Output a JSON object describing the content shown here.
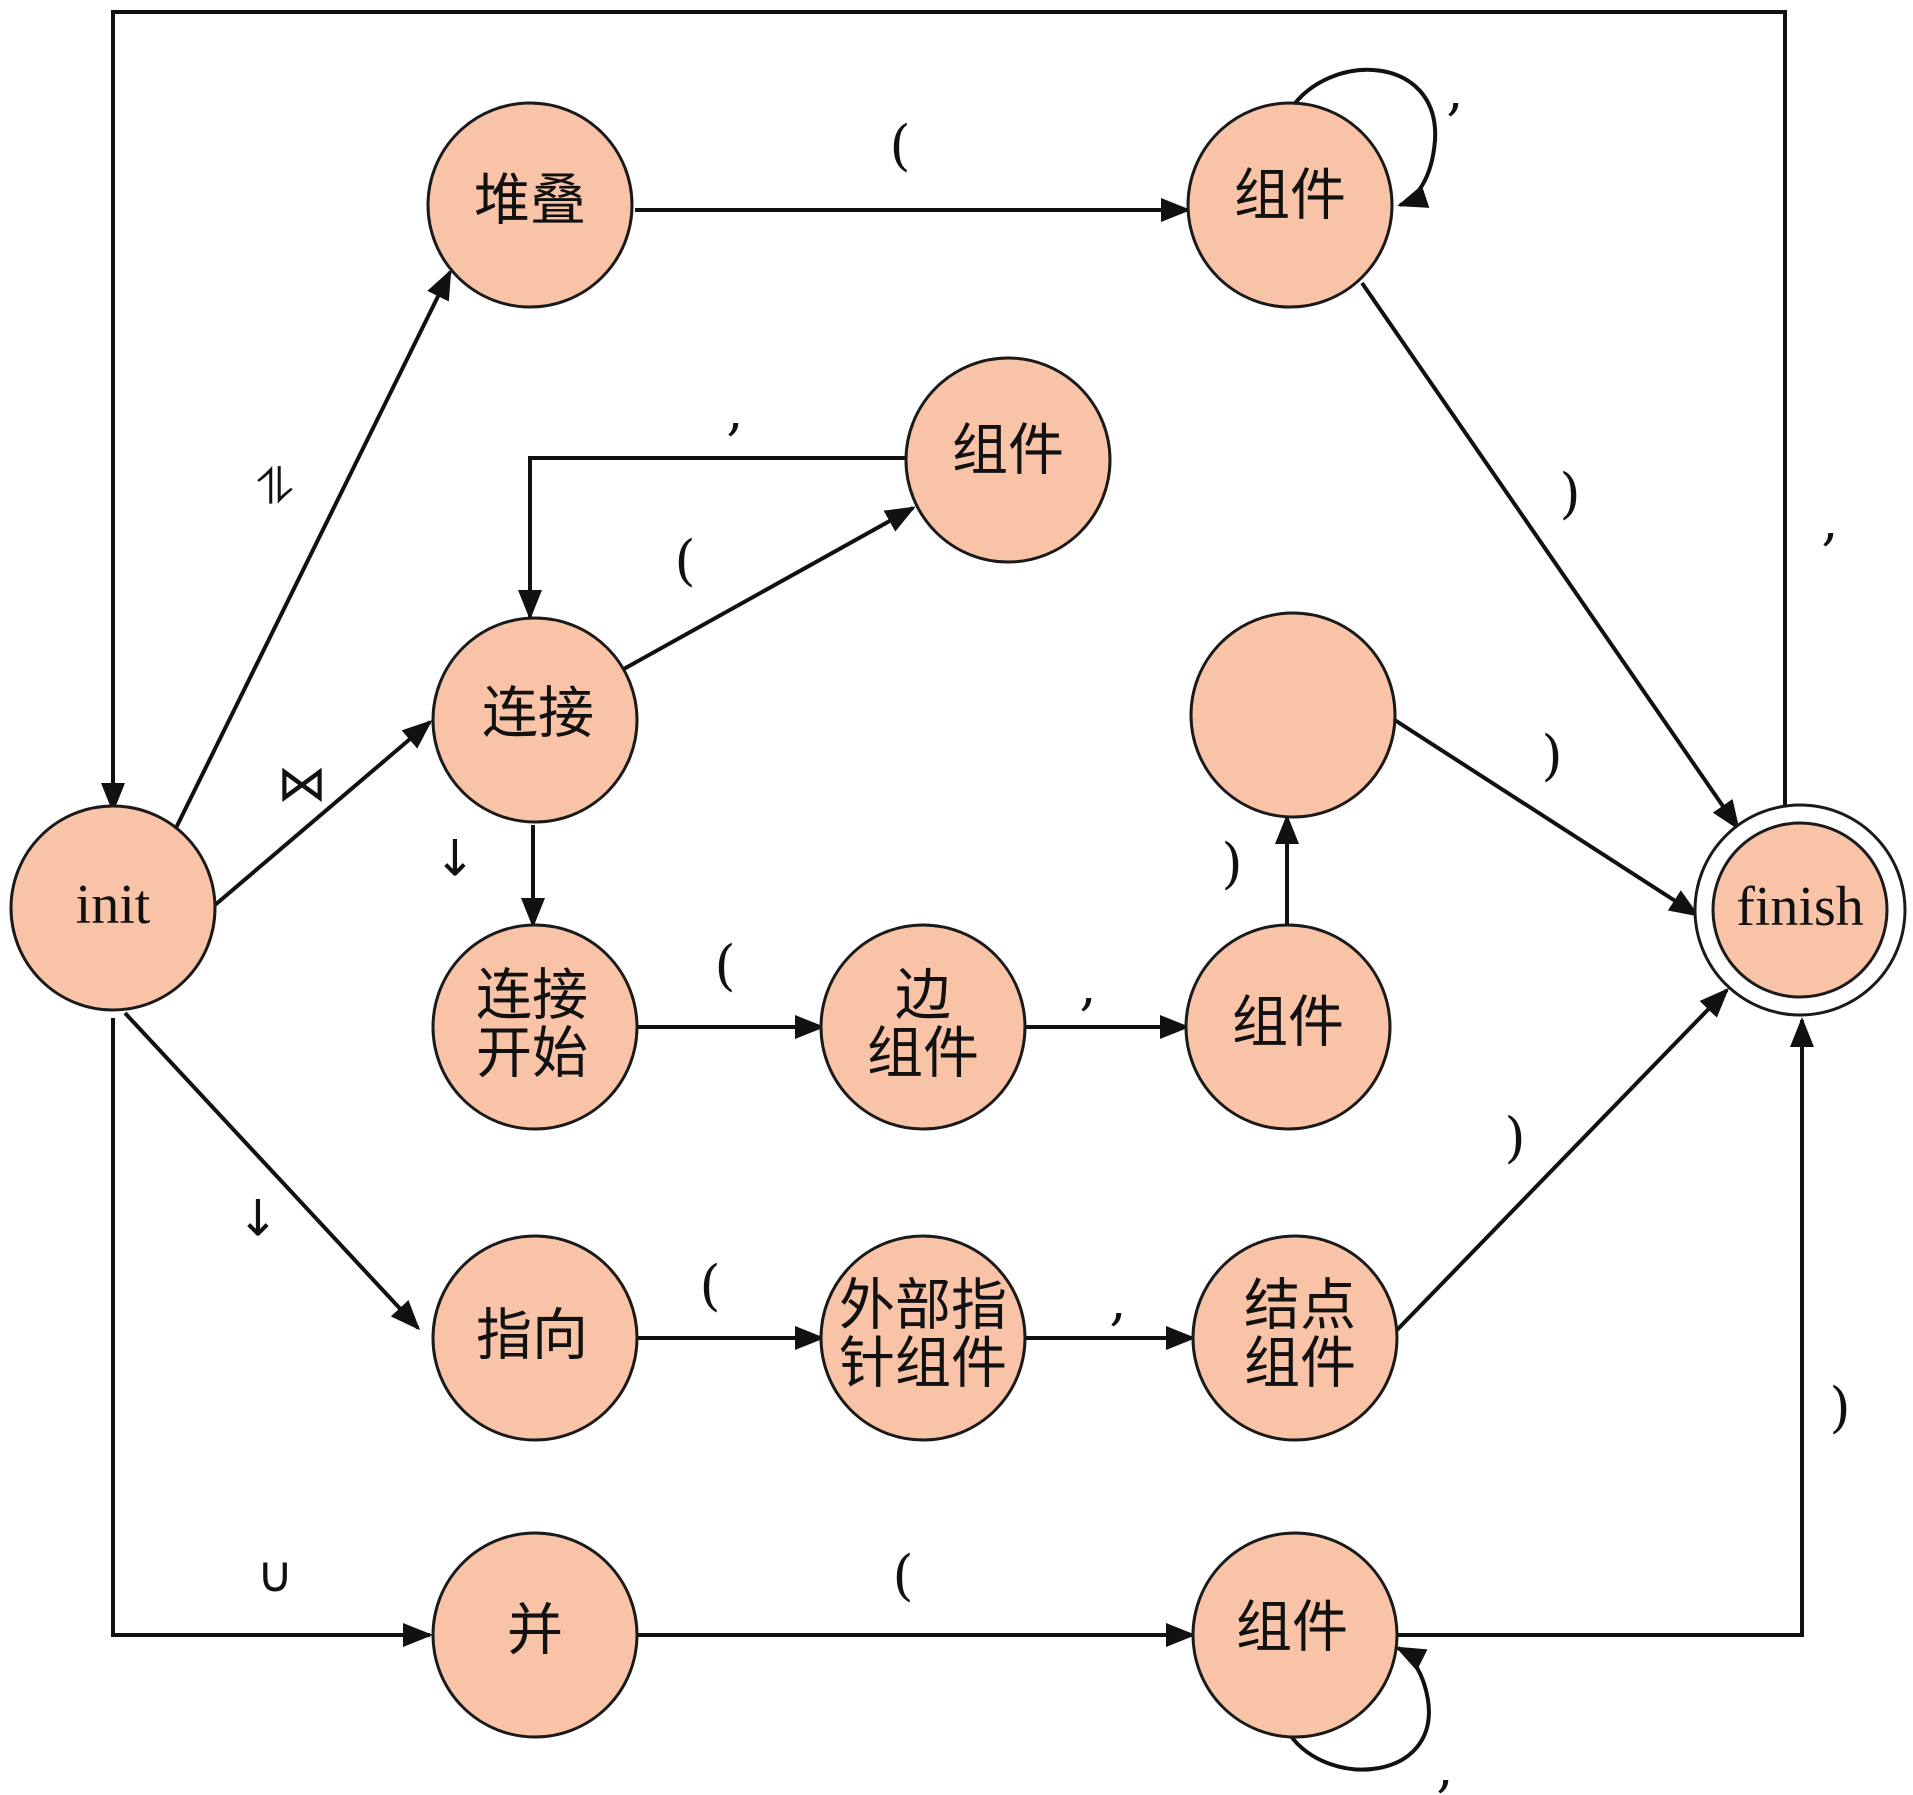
{
  "nodes": {
    "init": "init",
    "stack": "堆叠",
    "stack_comp": "组件",
    "join": "连接",
    "join_comp": "组件",
    "join_start": [
      "连接",
      "开始"
    ],
    "edge_comp": [
      "边",
      "组件"
    ],
    "join_start_comp": "组件",
    "empty": "",
    "point": "指向",
    "ext_ptr_comp": [
      "外部指",
      "针组件"
    ],
    "node_comp": [
      "结点",
      "组件"
    ],
    "union": "并",
    "union_comp": "组件",
    "finish": "finish"
  },
  "edge_labels": {
    "stack_open": "(",
    "stack_loop": ",",
    "stack_close": ")",
    "top_loop": ",",
    "stack_symbol": "⥮",
    "join_symbol": "⋈",
    "join_open": "(",
    "join_back": ",",
    "join_down": "↓",
    "join_start_open": "(",
    "edge_comma": ",",
    "up_close": ")",
    "empty_close": ")",
    "point_symbol": "↓",
    "point_open": "(",
    "ext_comma": ",",
    "node_close": ")",
    "union_symbol": "∪",
    "union_open": "(",
    "union_loop": ",",
    "union_close": ")"
  }
}
